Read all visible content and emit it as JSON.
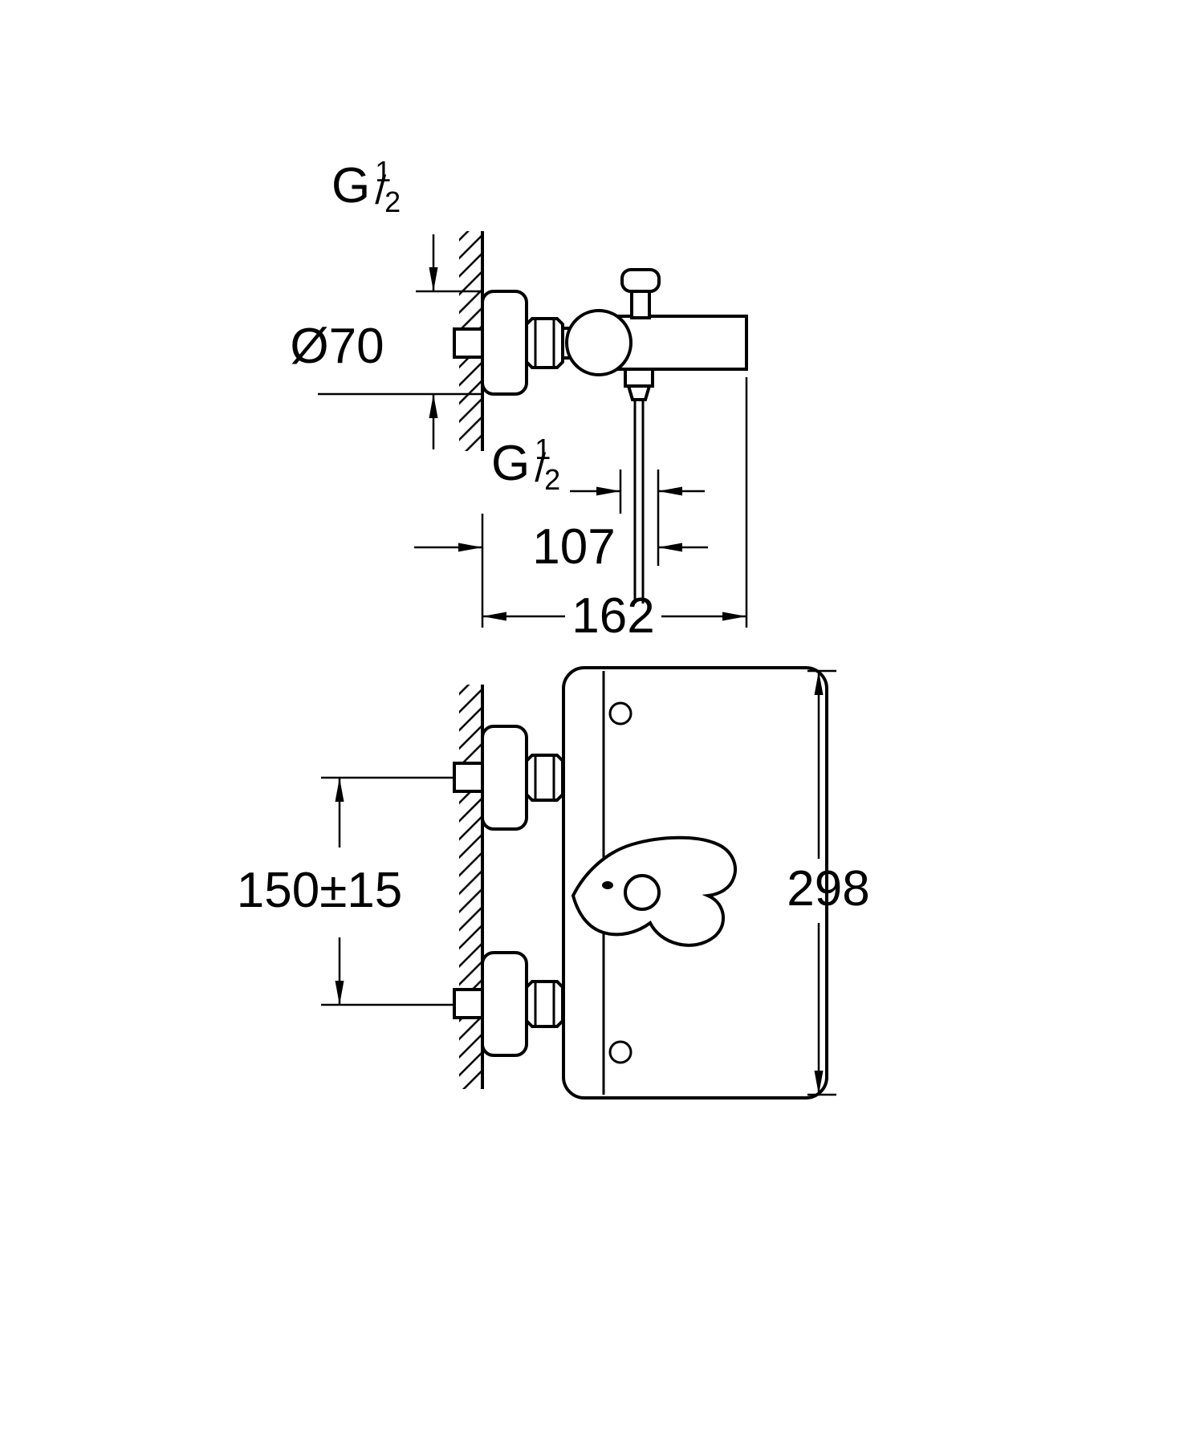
{
  "colors": {
    "line": "#000000",
    "background": "#ffffff"
  },
  "side_view": {
    "inlet_thread": {
      "base": "G",
      "sup": "1",
      "slash": "/",
      "sub": "2"
    },
    "escutcheon_diameter": "Ø70",
    "hose_thread": {
      "base": "G",
      "sup": "1",
      "slash": "/",
      "sub": "2"
    },
    "dim_wall_to_hose": "107",
    "dim_wall_to_front": "162"
  },
  "front_view": {
    "dim_inlet_spacing": "150±15",
    "dim_height": "298"
  }
}
